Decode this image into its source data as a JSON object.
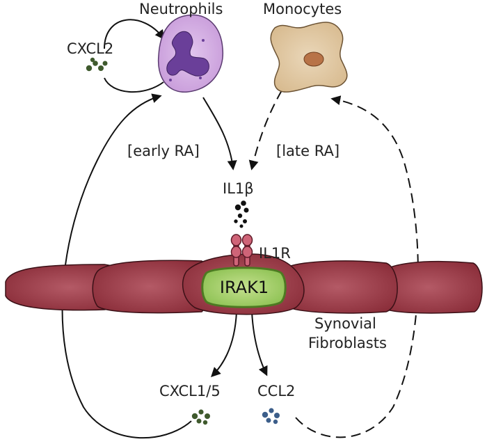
{
  "cells": {
    "neutrophils": "Neutrophils",
    "monocytes": "Monocytes",
    "fibroblasts_line1": "Synovial",
    "fibroblasts_line2": "Fibroblasts"
  },
  "molecules": {
    "cxcl2": "CXCL2",
    "il1b": "IL1β",
    "il1r": "IL1R",
    "irak1": "IRAK1",
    "cxcl15": "CXCL1/5",
    "ccl2": "CCL2"
  },
  "stages": {
    "early": "[early RA]",
    "late": "[late RA]"
  },
  "colors": {
    "fibroblast": "#8b2e3a",
    "fibroblast_highlight": "#b45a66",
    "neutrophil": "#c79ad9",
    "neutrophil_nucleus": "#6a3f99",
    "monocyte": "#dcc39b",
    "monocyte_nucleus": "#b87347",
    "irak1": "#8cc152",
    "receptor": "#cf6478",
    "dots_green": "#3f5a2d",
    "dots_blue": "#3c5e8a",
    "dots_black": "#111111"
  }
}
